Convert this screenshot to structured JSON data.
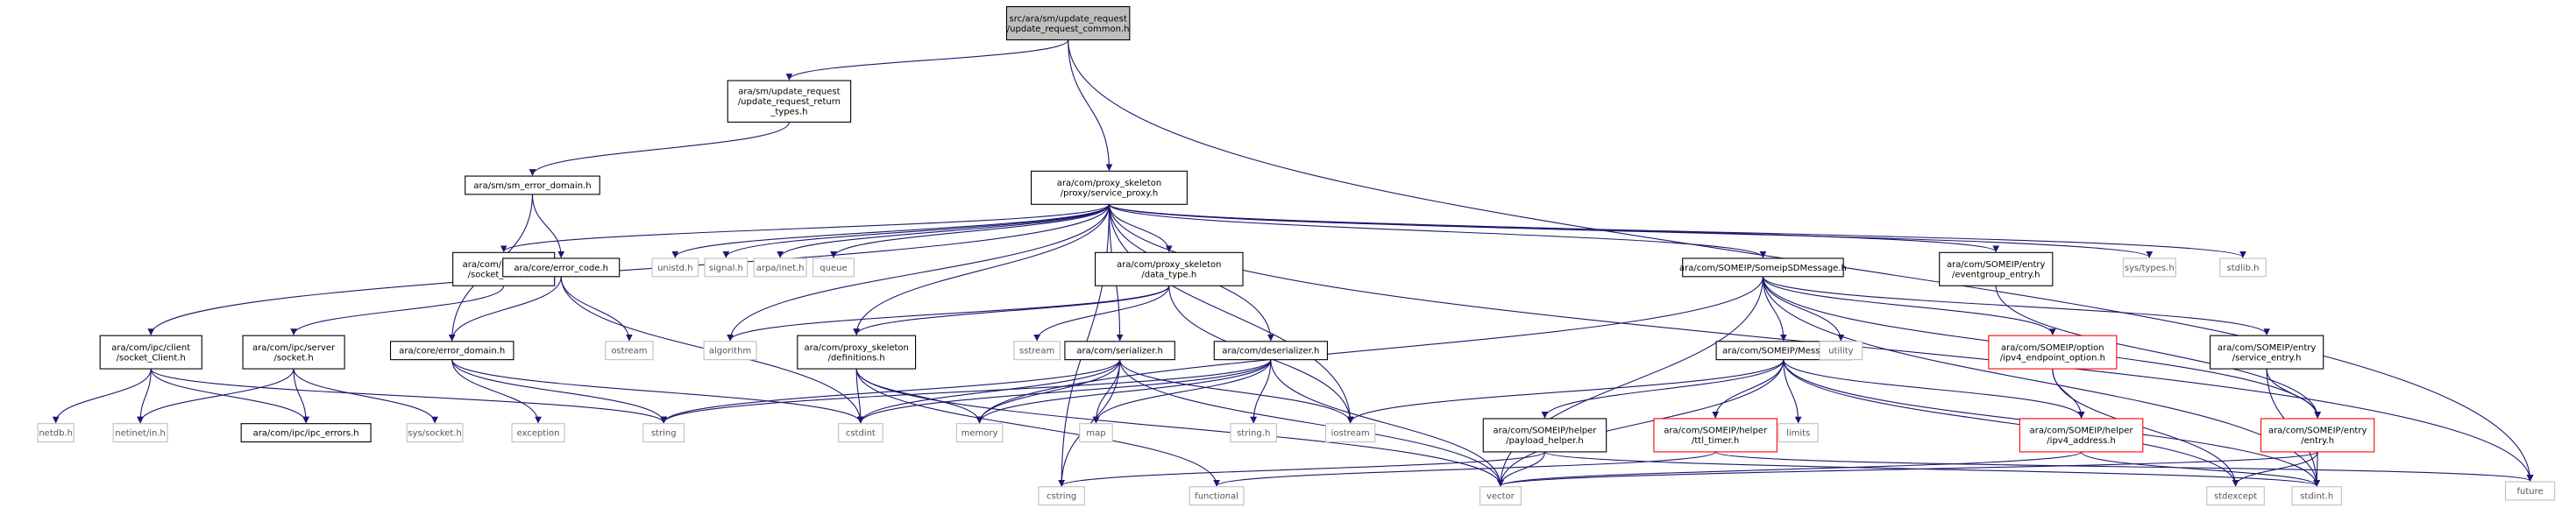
{
  "colors": {
    "edge": "#191970",
    "root_fill": "#bfbfbf",
    "normal_border": "#000000",
    "missing_border": "#ff0000",
    "system_border": "#bfbfbf",
    "system_text": "#555555"
  },
  "nodes": [
    {
      "id": "root",
      "kind": "root",
      "lines": [
        "src/ara/sm/update_request",
        "/update_request_common.h"
      ]
    },
    {
      "id": "return_types",
      "kind": "normal",
      "lines": [
        "ara/sm/update_request",
        "/update_request_return",
        "_types.h"
      ]
    },
    {
      "id": "sm_error_domain",
      "kind": "normal",
      "lines": [
        "ara/sm/sm_error_domain.h"
      ]
    },
    {
      "id": "service_proxy",
      "kind": "normal",
      "lines": [
        "ara/com/proxy_skeleton",
        "/proxy/service_proxy.h"
      ]
    },
    {
      "id": "future",
      "kind": "system",
      "lines": [
        "future"
      ]
    },
    {
      "id": "socket_server",
      "kind": "normal",
      "lines": [
        "ara/com/ipc/server",
        "/socket_Server.h"
      ]
    },
    {
      "id": "error_code",
      "kind": "normal",
      "lines": [
        "ara/core/error_code.h"
      ]
    },
    {
      "id": "unistd",
      "kind": "system",
      "lines": [
        "unistd.h"
      ]
    },
    {
      "id": "signal",
      "kind": "system",
      "lines": [
        "signal.h"
      ]
    },
    {
      "id": "arpa_inet",
      "kind": "system",
      "lines": [
        "arpa/inet.h"
      ]
    },
    {
      "id": "queue",
      "kind": "system",
      "lines": [
        "queue"
      ]
    },
    {
      "id": "data_type",
      "kind": "normal",
      "lines": [
        "ara/com/proxy_skeleton",
        "/data_type.h"
      ]
    },
    {
      "id": "someip_sd",
      "kind": "normal",
      "lines": [
        "ara/com/SOMEIP/SomeipSDMessage.h"
      ]
    },
    {
      "id": "eventgroup_entry",
      "kind": "normal",
      "lines": [
        "ara/com/SOMEIP/entry",
        "/eventgroup_entry.h"
      ]
    },
    {
      "id": "sys_types",
      "kind": "system",
      "lines": [
        "sys/types.h"
      ]
    },
    {
      "id": "stdlib",
      "kind": "system",
      "lines": [
        "stdlib.h"
      ]
    },
    {
      "id": "socket_client",
      "kind": "normal",
      "lines": [
        "ara/com/ipc/client",
        "/socket_Client.h"
      ]
    },
    {
      "id": "server_socket",
      "kind": "normal",
      "lines": [
        "ara/com/ipc/server",
        "/socket.h"
      ]
    },
    {
      "id": "error_domain",
      "kind": "normal",
      "lines": [
        "ara/core/error_domain.h"
      ]
    },
    {
      "id": "ostream",
      "kind": "system",
      "lines": [
        "ostream"
      ]
    },
    {
      "id": "algorithm",
      "kind": "system",
      "lines": [
        "algorithm"
      ]
    },
    {
      "id": "definitions",
      "kind": "normal",
      "lines": [
        "ara/com/proxy_skeleton",
        "/definitions.h"
      ]
    },
    {
      "id": "sstream",
      "kind": "system",
      "lines": [
        "sstream"
      ]
    },
    {
      "id": "serializer",
      "kind": "normal",
      "lines": [
        "ara/com/serializer.h"
      ]
    },
    {
      "id": "deserializer",
      "kind": "normal",
      "lines": [
        "ara/com/deserializer.h"
      ]
    },
    {
      "id": "message",
      "kind": "normal",
      "lines": [
        "ara/com/SOMEIP/Message.h"
      ]
    },
    {
      "id": "utility",
      "kind": "system",
      "lines": [
        "utility"
      ]
    },
    {
      "id": "ipv4_endpoint",
      "kind": "missing",
      "lines": [
        "ara/com/SOMEIP/option",
        "/ipv4_endpoint_option.h"
      ]
    },
    {
      "id": "service_entry",
      "kind": "normal",
      "lines": [
        "ara/com/SOMEIP/entry",
        "/service_entry.h"
      ]
    },
    {
      "id": "entry",
      "kind": "missing",
      "lines": [
        "ara/com/SOMEIP/entry",
        "/entry.h"
      ]
    },
    {
      "id": "netdb",
      "kind": "system",
      "lines": [
        "netdb.h"
      ]
    },
    {
      "id": "netinet_in",
      "kind": "system",
      "lines": [
        "netinet/in.h"
      ]
    },
    {
      "id": "ipc_errors",
      "kind": "normal",
      "lines": [
        "ara/com/ipc/ipc_errors.h"
      ]
    },
    {
      "id": "sys_socket",
      "kind": "system",
      "lines": [
        "sys/socket.h"
      ]
    },
    {
      "id": "exception",
      "kind": "system",
      "lines": [
        "exception"
      ]
    },
    {
      "id": "string",
      "kind": "system",
      "lines": [
        "string"
      ]
    },
    {
      "id": "cstdint",
      "kind": "system",
      "lines": [
        "cstdint"
      ]
    },
    {
      "id": "memory",
      "kind": "system",
      "lines": [
        "memory"
      ]
    },
    {
      "id": "map",
      "kind": "system",
      "lines": [
        "map"
      ]
    },
    {
      "id": "string_h",
      "kind": "system",
      "lines": [
        "string.h"
      ]
    },
    {
      "id": "iostream",
      "kind": "system",
      "lines": [
        "iostream"
      ]
    },
    {
      "id": "payload_helper",
      "kind": "normal",
      "lines": [
        "ara/com/SOMEIP/helper",
        "/payload_helper.h"
      ]
    },
    {
      "id": "ttl_timer",
      "kind": "missing",
      "lines": [
        "ara/com/SOMEIP/helper",
        "/ttl_timer.h"
      ]
    },
    {
      "id": "limits",
      "kind": "system",
      "lines": [
        "limits"
      ]
    },
    {
      "id": "ipv4_address",
      "kind": "missing",
      "lines": [
        "ara/com/SOMEIP/helper",
        "/ipv4_address.h"
      ]
    },
    {
      "id": "cstring",
      "kind": "system",
      "lines": [
        "cstring"
      ]
    },
    {
      "id": "functional",
      "kind": "system",
      "lines": [
        "functional"
      ]
    },
    {
      "id": "vector",
      "kind": "system",
      "lines": [
        "vector"
      ]
    },
    {
      "id": "stdexcept",
      "kind": "system",
      "lines": [
        "stdexcept"
      ]
    },
    {
      "id": "stdint_h",
      "kind": "system",
      "lines": [
        "stdint.h"
      ]
    }
  ],
  "edges": [
    [
      "root",
      "return_types"
    ],
    [
      "root",
      "service_proxy"
    ],
    [
      "root",
      "future"
    ],
    [
      "return_types",
      "sm_error_domain"
    ],
    [
      "sm_error_domain",
      "error_code"
    ],
    [
      "sm_error_domain",
      "error_domain"
    ],
    [
      "service_proxy",
      "socket_server"
    ],
    [
      "service_proxy",
      "unistd"
    ],
    [
      "service_proxy",
      "signal"
    ],
    [
      "service_proxy",
      "arpa_inet"
    ],
    [
      "service_proxy",
      "queue"
    ],
    [
      "service_proxy",
      "data_type"
    ],
    [
      "service_proxy",
      "someip_sd"
    ],
    [
      "service_proxy",
      "eventgroup_entry"
    ],
    [
      "service_proxy",
      "sys_types"
    ],
    [
      "service_proxy",
      "stdlib"
    ],
    [
      "service_proxy",
      "socket_client"
    ],
    [
      "service_proxy",
      "cstring"
    ],
    [
      "service_proxy",
      "algorithm"
    ],
    [
      "service_proxy",
      "definitions"
    ],
    [
      "service_proxy",
      "serializer"
    ],
    [
      "service_proxy",
      "deserializer"
    ],
    [
      "service_proxy",
      "iostream"
    ],
    [
      "service_proxy",
      "future"
    ],
    [
      "socket_server",
      "server_socket"
    ],
    [
      "error_code",
      "error_domain"
    ],
    [
      "error_code",
      "ostream"
    ],
    [
      "error_code",
      "cstdint"
    ],
    [
      "data_type",
      "algorithm"
    ],
    [
      "data_type",
      "definitions"
    ],
    [
      "data_type",
      "sstream"
    ],
    [
      "data_type",
      "iostream"
    ],
    [
      "someip_sd",
      "message"
    ],
    [
      "someip_sd",
      "utility"
    ],
    [
      "someip_sd",
      "ipv4_endpoint"
    ],
    [
      "someip_sd",
      "service_entry"
    ],
    [
      "someip_sd",
      "entry"
    ],
    [
      "someip_sd",
      "memory"
    ],
    [
      "someip_sd",
      "vector"
    ],
    [
      "someip_sd",
      "stdint_h"
    ],
    [
      "eventgroup_entry",
      "entry"
    ],
    [
      "socket_client",
      "netdb"
    ],
    [
      "socket_client",
      "netinet_in"
    ],
    [
      "socket_client",
      "ipc_errors"
    ],
    [
      "socket_client",
      "string"
    ],
    [
      "server_socket",
      "netinet_in"
    ],
    [
      "server_socket",
      "ipc_errors"
    ],
    [
      "server_socket",
      "sys_socket"
    ],
    [
      "error_domain",
      "exception"
    ],
    [
      "error_domain",
      "string"
    ],
    [
      "error_domain",
      "cstdint"
    ],
    [
      "definitions",
      "cstdint"
    ],
    [
      "definitions",
      "memory"
    ],
    [
      "definitions",
      "functional"
    ],
    [
      "definitions",
      "vector"
    ],
    [
      "serializer",
      "string"
    ],
    [
      "serializer",
      "cstdint"
    ],
    [
      "serializer",
      "memory"
    ],
    [
      "serializer",
      "map"
    ],
    [
      "serializer",
      "iostream"
    ],
    [
      "serializer",
      "cstring"
    ],
    [
      "serializer",
      "vector"
    ],
    [
      "deserializer",
      "string"
    ],
    [
      "deserializer",
      "cstdint"
    ],
    [
      "deserializer",
      "memory"
    ],
    [
      "deserializer",
      "map"
    ],
    [
      "deserializer",
      "string_h"
    ],
    [
      "deserializer",
      "vector"
    ],
    [
      "message",
      "iostream"
    ],
    [
      "message",
      "payload_helper"
    ],
    [
      "message",
      "ttl_timer"
    ],
    [
      "message",
      "limits"
    ],
    [
      "message",
      "ipv4_address"
    ],
    [
      "message",
      "vector"
    ],
    [
      "message",
      "stdexcept"
    ],
    [
      "message",
      "stdint_h"
    ],
    [
      "ipv4_endpoint",
      "ipv4_address"
    ],
    [
      "ipv4_endpoint",
      "stdexcept"
    ],
    [
      "service_entry",
      "entry"
    ],
    [
      "service_entry",
      "stdint_h"
    ],
    [
      "entry",
      "vector"
    ],
    [
      "entry",
      "stdexcept"
    ],
    [
      "entry",
      "stdint_h"
    ],
    [
      "payload_helper",
      "cstring"
    ],
    [
      "payload_helper",
      "vector"
    ],
    [
      "payload_helper",
      "stdint_h"
    ],
    [
      "ttl_timer",
      "functional"
    ],
    [
      "ttl_timer",
      "future"
    ],
    [
      "ipv4_address",
      "vector"
    ],
    [
      "ipv4_address",
      "stdint_h"
    ]
  ]
}
